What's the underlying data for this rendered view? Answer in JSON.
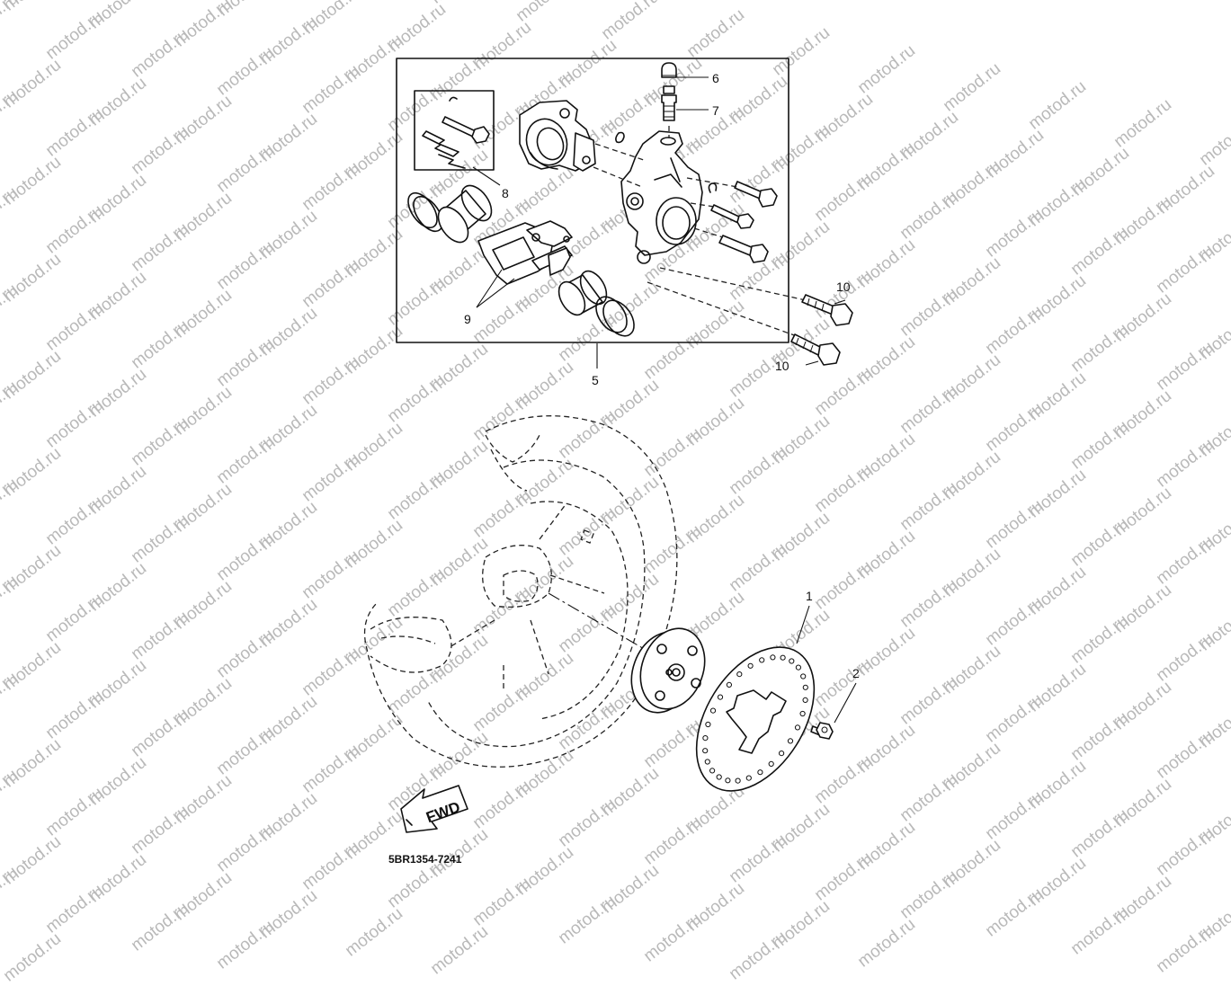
{
  "watermark": "motod.ru",
  "callouts": {
    "c1": "1",
    "c2": "2",
    "c5": "5",
    "c6": "6",
    "c7": "7",
    "c8": "8",
    "c9": "9",
    "c10a": "10",
    "c10b": "10"
  },
  "fwd_label": "FWD",
  "diagram_code": "5BR1354-7241"
}
